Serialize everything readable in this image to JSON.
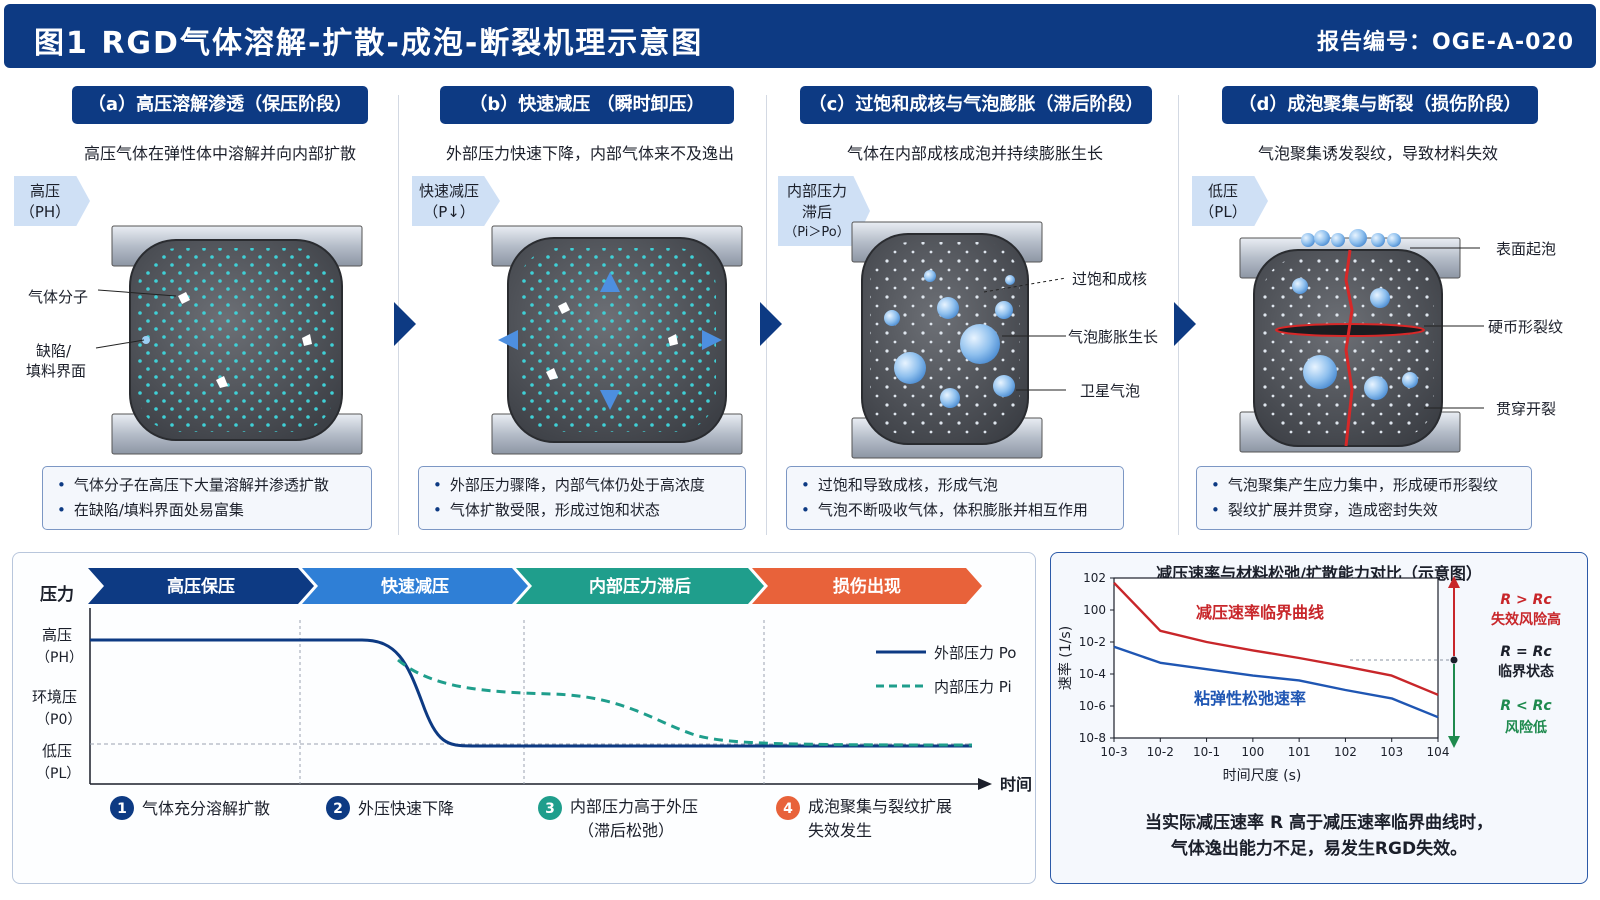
{
  "header": {
    "title": "图1  RGD气体溶解-扩散-成泡-断裂机理示意图",
    "report": "报告编号：OGE-A-020",
    "color": "#0d3a83"
  },
  "panels": [
    {
      "title": "（a）高压溶解渗透（保压阶段）",
      "subtitle": "高压气体在弹性体中溶解并向内部扩散",
      "tag_line1": "高压",
      "tag_line2": "（PH）",
      "labels": [
        "气体分子",
        "缺陷/",
        "填料界面"
      ],
      "bullets": [
        "气体分子在高压下大量溶解并渗透扩散",
        "在缺陷/填料界面处易富集"
      ]
    },
    {
      "title": "（b）快速减压 （瞬时卸压）",
      "subtitle": "外部压力快速下降，内部气体来不及逸出",
      "tag_line1": "快速减压",
      "tag_line2": "（P↓）",
      "labels": [],
      "bullets": [
        "外部压力骤降，内部气体仍处于高浓度",
        "气体扩散受限，形成过饱和状态"
      ]
    },
    {
      "title": "（c）过饱和成核与气泡膨胀（滞后阶段）",
      "subtitle": "气体在内部成核成泡并持续膨胀生长",
      "tag_line1": "内部压力",
      "tag_line2": "滞后",
      "tag_line3": "（Pi＞Po）",
      "labels": [
        "过饱和成核",
        "气泡膨胀生长",
        "卫星气泡"
      ],
      "bullets": [
        "过饱和导致成核，形成气泡",
        "气泡不断吸收气体，体积膨胀并相互作用"
      ]
    },
    {
      "title": "（d）成泡聚集与断裂（损伤阶段）",
      "subtitle": "气泡聚集诱发裂纹，导致材料失效",
      "tag_line1": "低压",
      "tag_line2": "（PL）",
      "labels": [
        "表面起泡",
        "硬币形裂纹",
        "贯穿开裂"
      ],
      "bullets": [
        "气泡聚集产生应力集中，形成硬币形裂纹",
        "裂纹扩展并贯穿，造成密封失效"
      ]
    }
  ],
  "timeline": {
    "y_title": "压力",
    "x_title": "时间",
    "phases": [
      {
        "label": "高压保压",
        "color": "#0d3a83"
      },
      {
        "label": "快速减压",
        "color": "#2f7fd6"
      },
      {
        "label": "内部压力滞后",
        "color": "#1f9e8c"
      },
      {
        "label": "损伤出现",
        "color": "#e8623a"
      }
    ],
    "y_levels": [
      {
        "name": "高压",
        "sym": "（PH）"
      },
      {
        "name": "环境压",
        "sym": "（P0）"
      },
      {
        "name": "低压",
        "sym": "（PL）"
      }
    ],
    "legend": [
      {
        "label": "外部压力 Po",
        "color": "#0d3a83",
        "style": "solid"
      },
      {
        "label": "内部压力 Pi",
        "color": "#1f9e8c",
        "style": "dashed"
      }
    ],
    "steps": [
      {
        "num": "1",
        "text": "气体充分溶解扩散",
        "color": "#0d3a83"
      },
      {
        "num": "2",
        "text": "外压快速下降",
        "color": "#0d3a83"
      },
      {
        "num": "3",
        "text": "内部压力高于外压",
        "text2": "（滞后松弛）",
        "color": "#1f9e8c"
      },
      {
        "num": "4",
        "text": "成泡聚集与裂纹扩展",
        "text2": "失效发生",
        "color": "#e8623a"
      }
    ]
  },
  "chart_data": {
    "type": "line",
    "title": "减压速率与材料松弛/扩散能力对比（示意图）",
    "xlabel": "时间尺度 (s)",
    "ylabel": "速率 (1/s)",
    "x_scale": "log",
    "y_scale": "log",
    "xlim": [
      0.001,
      10000
    ],
    "ylim": [
      1e-08,
      100
    ],
    "x_ticks": [
      "10-3",
      "10-2",
      "10-1",
      "100",
      "101",
      "102",
      "103",
      "104"
    ],
    "y_ticks": [
      "102",
      "100",
      "10-2",
      "10-4",
      "10-6",
      "10-8"
    ],
    "series": [
      {
        "name": "减压速率临界曲线",
        "color": "#c8262a",
        "x": [
          0.001,
          0.01,
          0.1,
          1,
          10,
          100,
          1000,
          10000
        ],
        "y": [
          50,
          0.05,
          0.01,
          0.003,
          0.001,
          0.0003,
          8e-05,
          5e-06
        ]
      },
      {
        "name": "粘弹性松弛速率",
        "color": "#1f56b3",
        "x": [
          0.001,
          0.01,
          0.1,
          1,
          10,
          100,
          1000,
          10000
        ],
        "y": [
          0.005,
          0.0005,
          0.0002,
          8e-05,
          4e-05,
          1e-05,
          3e-06,
          2e-07
        ]
      }
    ],
    "zones": [
      {
        "line1": "R > Rc",
        "line2": "失效风险高",
        "color": "#c8262a"
      },
      {
        "line1": "R = Rc",
        "line2": "临界状态",
        "color": "#1b1f2a"
      },
      {
        "line1": "R < Rc",
        "line2": "风险低",
        "color": "#1e8a4e"
      }
    ],
    "note_line1": "当实际减压速率 R 高于减压速率临界曲线时，",
    "note_line2": "气体逸出能力不足，易发生RGD失效。"
  }
}
